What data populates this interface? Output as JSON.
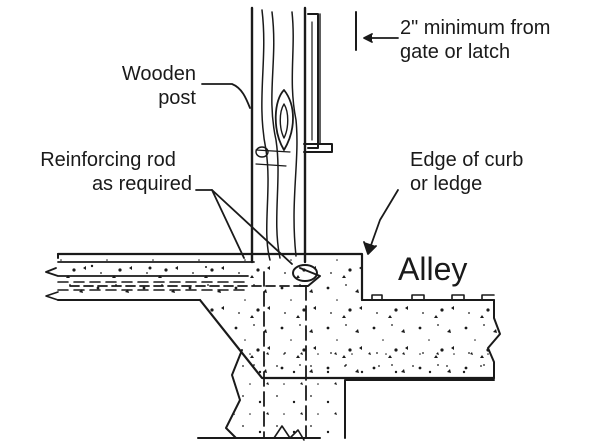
{
  "labels": {
    "clearance_line1": "2\" minimum from",
    "clearance_line2": "gate or latch",
    "post_line1": "Wooden",
    "post_line2": "post",
    "rod_line1": "Reinforcing rod",
    "rod_line2": "as required",
    "curb_line1": "Edge of curb",
    "curb_line2": "or ledge",
    "alley": "Alley"
  },
  "colors": {
    "ink": "#1a1a1a",
    "background": "#ffffff"
  }
}
